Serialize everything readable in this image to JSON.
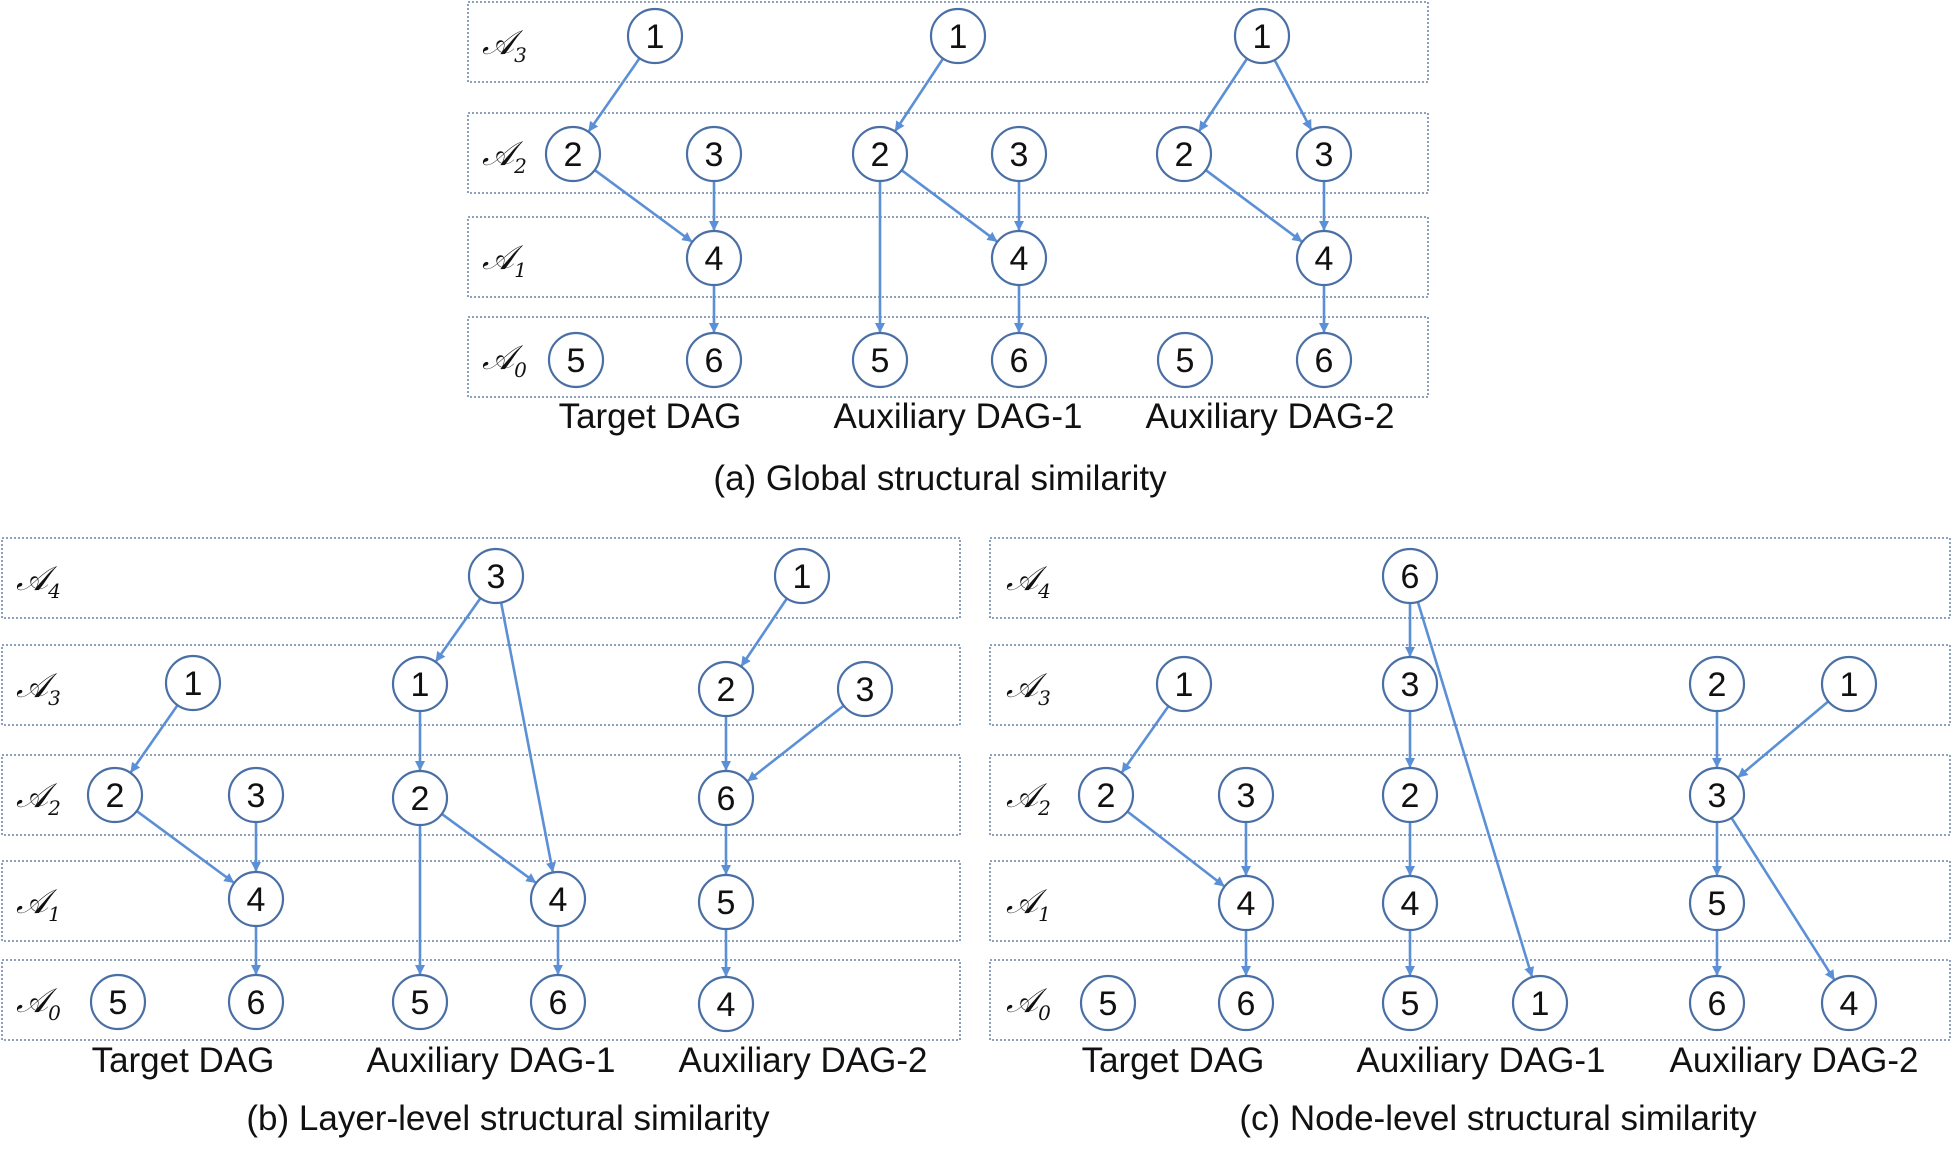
{
  "layer_symbol": "𝒜",
  "panels": [
    {
      "id": "a",
      "caption": "(a)  Global structural similarity",
      "layers": [
        "3",
        "2",
        "1",
        "0"
      ],
      "dag_labels": [
        "Target DAG",
        "Auxiliary DAG-1",
        "Auxiliary DAG-2"
      ],
      "nodes": [
        {
          "id": "t1",
          "label": "1"
        },
        {
          "id": "t2",
          "label": "2"
        },
        {
          "id": "t3",
          "label": "3"
        },
        {
          "id": "t4",
          "label": "4"
        },
        {
          "id": "t5",
          "label": "5"
        },
        {
          "id": "t6",
          "label": "6"
        },
        {
          "id": "a1",
          "label": "1"
        },
        {
          "id": "a2",
          "label": "2"
        },
        {
          "id": "a3",
          "label": "3"
        },
        {
          "id": "a4",
          "label": "4"
        },
        {
          "id": "a5",
          "label": "5"
        },
        {
          "id": "a6",
          "label": "6"
        },
        {
          "id": "b1",
          "label": "1"
        },
        {
          "id": "b2",
          "label": "2"
        },
        {
          "id": "b3",
          "label": "3"
        },
        {
          "id": "b4",
          "label": "4"
        },
        {
          "id": "b5",
          "label": "5"
        },
        {
          "id": "b6",
          "label": "6"
        }
      ],
      "edges": [
        [
          "t1",
          "t2"
        ],
        [
          "t2",
          "t4"
        ],
        [
          "t3",
          "t4"
        ],
        [
          "t4",
          "t6"
        ],
        [
          "a1",
          "a2"
        ],
        [
          "a2",
          "a4"
        ],
        [
          "a2",
          "a5"
        ],
        [
          "a3",
          "a4"
        ],
        [
          "a4",
          "a6"
        ],
        [
          "b1",
          "b2"
        ],
        [
          "b1",
          "b3"
        ],
        [
          "b2",
          "b4"
        ],
        [
          "b3",
          "b4"
        ],
        [
          "b4",
          "b6"
        ]
      ]
    },
    {
      "id": "b",
      "caption": "(b)  Layer-level structural similarity",
      "layers": [
        "4",
        "3",
        "2",
        "1",
        "0"
      ],
      "dag_labels": [
        "Target DAG",
        "Auxiliary DAG-1",
        "Auxiliary DAG-2"
      ],
      "nodes": [
        {
          "id": "t1",
          "label": "1"
        },
        {
          "id": "t2",
          "label": "2"
        },
        {
          "id": "t3",
          "label": "3"
        },
        {
          "id": "t4",
          "label": "4"
        },
        {
          "id": "t5",
          "label": "5"
        },
        {
          "id": "t6",
          "label": "6"
        },
        {
          "id": "a3",
          "label": "3"
        },
        {
          "id": "a1",
          "label": "1"
        },
        {
          "id": "a2",
          "label": "2"
        },
        {
          "id": "a4",
          "label": "4"
        },
        {
          "id": "a5",
          "label": "5"
        },
        {
          "id": "a6",
          "label": "6"
        },
        {
          "id": "b1",
          "label": "1"
        },
        {
          "id": "b2",
          "label": "2"
        },
        {
          "id": "b3",
          "label": "3"
        },
        {
          "id": "b6",
          "label": "6"
        },
        {
          "id": "b5",
          "label": "5"
        },
        {
          "id": "b4",
          "label": "4"
        }
      ],
      "edges": [
        [
          "t1",
          "t2"
        ],
        [
          "t2",
          "t4"
        ],
        [
          "t3",
          "t4"
        ],
        [
          "t4",
          "t6"
        ],
        [
          "a3",
          "a1"
        ],
        [
          "a3",
          "a4"
        ],
        [
          "a1",
          "a2"
        ],
        [
          "a2",
          "a4"
        ],
        [
          "a2",
          "a5"
        ],
        [
          "a4",
          "a6"
        ],
        [
          "b1",
          "b2"
        ],
        [
          "b2",
          "b6"
        ],
        [
          "b3",
          "b6"
        ],
        [
          "b6",
          "b5"
        ],
        [
          "b5",
          "b4"
        ]
      ]
    },
    {
      "id": "c",
      "caption": "(c)  Node-level structural similarity",
      "layers": [
        "4",
        "3",
        "2",
        "1",
        "0"
      ],
      "dag_labels": [
        "Target DAG",
        "Auxiliary DAG-1",
        "Auxiliary DAG-2"
      ],
      "nodes": [
        {
          "id": "t1",
          "label": "1"
        },
        {
          "id": "t2",
          "label": "2"
        },
        {
          "id": "t3",
          "label": "3"
        },
        {
          "id": "t4",
          "label": "4"
        },
        {
          "id": "t5",
          "label": "5"
        },
        {
          "id": "t6",
          "label": "6"
        },
        {
          "id": "a6",
          "label": "6"
        },
        {
          "id": "a3",
          "label": "3"
        },
        {
          "id": "a2",
          "label": "2"
        },
        {
          "id": "a4",
          "label": "4"
        },
        {
          "id": "a5",
          "label": "5"
        },
        {
          "id": "a1",
          "label": "1"
        },
        {
          "id": "b2",
          "label": "2"
        },
        {
          "id": "b1",
          "label": "1"
        },
        {
          "id": "b3",
          "label": "3"
        },
        {
          "id": "b5",
          "label": "5"
        },
        {
          "id": "b6",
          "label": "6"
        },
        {
          "id": "b4",
          "label": "4"
        }
      ],
      "edges": [
        [
          "t1",
          "t2"
        ],
        [
          "t2",
          "t4"
        ],
        [
          "t3",
          "t4"
        ],
        [
          "t4",
          "t6"
        ],
        [
          "a6",
          "a3"
        ],
        [
          "a6",
          "a1"
        ],
        [
          "a3",
          "a2"
        ],
        [
          "a2",
          "a4"
        ],
        [
          "a4",
          "a5"
        ],
        [
          "b2",
          "b3"
        ],
        [
          "b1",
          "b3"
        ],
        [
          "b3",
          "b5"
        ],
        [
          "b3",
          "b4"
        ],
        [
          "b5",
          "b6"
        ]
      ]
    }
  ]
}
